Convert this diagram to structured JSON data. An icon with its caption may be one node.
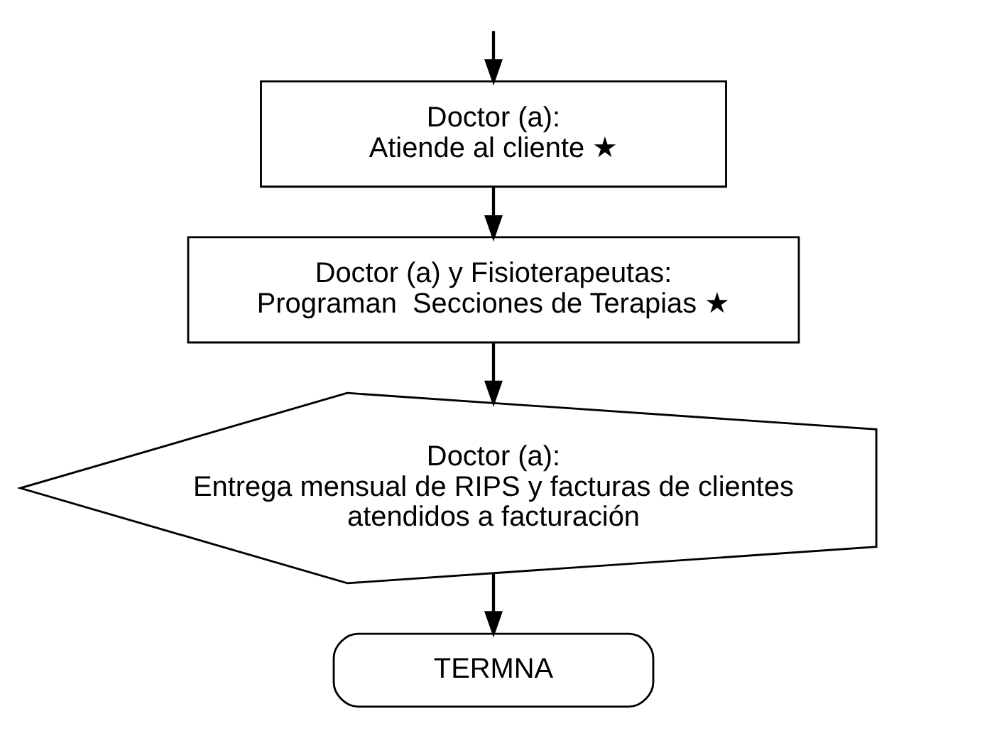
{
  "diagram": {
    "nodes": [
      {
        "text": [
          "Doctor (a):",
          "Atiende al cliente ★"
        ]
      },
      {
        "text": [
          "Doctor (a) y Fisioterapeutas:",
          "Programan  Secciones de Terapias ★"
        ]
      },
      {
        "text": [
          "Doctor (a):",
          "Entrega mensual de RIPS y facturas de clientes atendidos a facturación"
        ]
      },
      {
        "text": [
          "TERMNA"
        ]
      }
    ],
    "edges": [
      {
        "from": null,
        "to": 0,
        "arrow": "to"
      },
      {
        "from": 0,
        "to": 1,
        "arrow": "to"
      },
      {
        "from": 1,
        "to": 2,
        "arrow": "to"
      },
      {
        "from": 2,
        "to": 3,
        "arrow": "to"
      }
    ]
  }
}
